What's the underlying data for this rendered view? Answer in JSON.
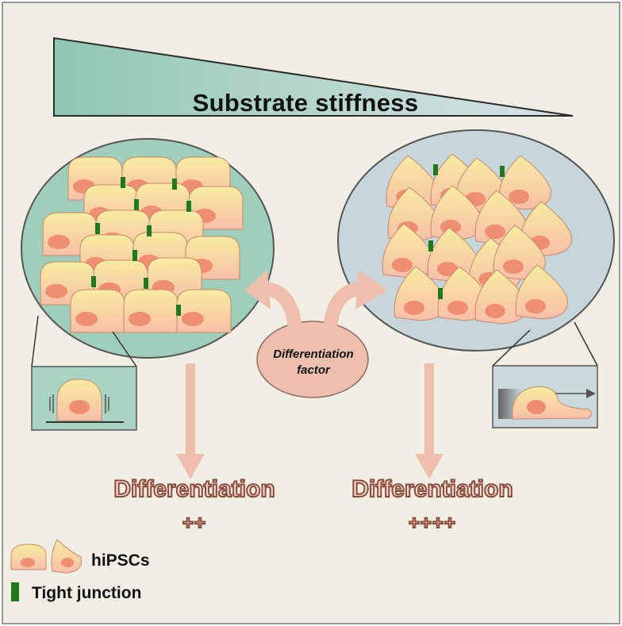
{
  "title": "Substrate stiffness",
  "factor_label": {
    "line1": "Differentiation",
    "line2": "factor"
  },
  "outcomes": [
    {
      "label": "Differentiation",
      "level": "++"
    },
    {
      "label": "Differentiation",
      "level": "++++"
    }
  ],
  "legend": {
    "cells": "hiPSCs",
    "tight_junction": "Tight junction"
  },
  "colors": {
    "background": "#f1efe4",
    "stiff_green": "#9fcfba",
    "soft_blue": "#c6d6da",
    "cell_top": "#f8eb9e",
    "cell_bottom": "#f8c0a9",
    "nucleus": "#f08e72",
    "tight_junction": "#1f7a1f",
    "arrow": "#efbfae"
  }
}
